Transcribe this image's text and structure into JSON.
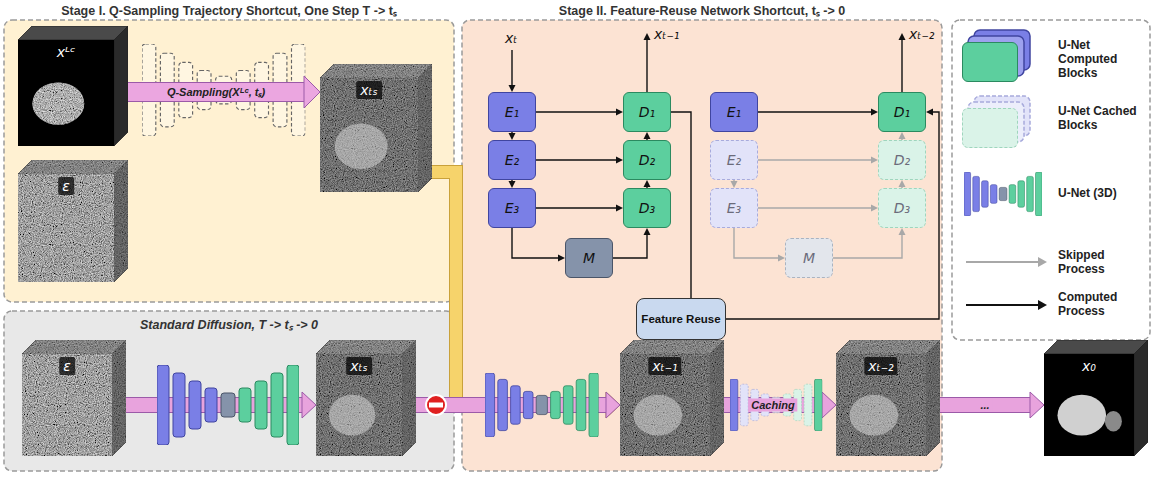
{
  "diagram": {
    "nodes": [
      {
        "text": [
          "Stage I. Q-Sampling Trajectory Shortcut, One Step T -> tₛ"
        ]
      },
      {
        "text": [
          "xᴸᶜ"
        ],
        "in": 0
      },
      {
        "text": [
          "ε"
        ],
        "in": 0
      },
      {
        "text": [
          "xₜₛ"
        ],
        "in": 0
      },
      {
        "text": [
          "Standard Diffusion, T -> tₛ -> 0"
        ]
      },
      {
        "text": [
          "ε"
        ],
        "in": 4
      },
      {
        "text": [
          "xₜₛ"
        ],
        "in": 4
      },
      {
        "text": [
          "Stage II. Feature-Reuse Network Shortcut, tₛ -> 0"
        ]
      },
      {
        "text": [
          "E₁"
        ],
        "in": 7
      },
      {
        "text": [
          "E₂"
        ],
        "in": 7
      },
      {
        "text": [
          "E₃"
        ],
        "in": 7
      },
      {
        "text": [
          "M"
        ],
        "in": 7
      },
      {
        "text": [
          "D₁"
        ],
        "in": 7
      },
      {
        "text": [
          "D₂"
        ],
        "in": 7
      },
      {
        "text": [
          "D₃"
        ],
        "in": 7
      },
      {
        "text": [
          "E₁"
        ],
        "in": 7
      },
      {
        "text": [
          "E₂"
        ],
        "in": 7
      },
      {
        "text": [
          "E₃"
        ],
        "in": 7
      },
      {
        "text": [
          "M"
        ],
        "in": 7
      },
      {
        "text": [
          "D₁"
        ],
        "in": 7
      },
      {
        "text": [
          "D₂"
        ],
        "in": 7
      },
      {
        "text": [
          "D₃"
        ],
        "in": 7
      },
      {
        "text": [
          "Feature Reuse"
        ],
        "in": 7
      },
      {
        "text": [
          "xₜ₋₁"
        ],
        "in": 7
      },
      {
        "text": [
          "xₜ₋₂"
        ],
        "in": 7
      },
      {
        "text": [
          "x₀"
        ]
      }
    ],
    "edges": [
      {
        "from": 1,
        "to": 3,
        "arrow": "to",
        "label": "Q-Sampling(Xᴸᶜ, tₛ)"
      },
      {
        "from": 3,
        "to": 23,
        "arrow": "to"
      },
      {
        "from": 5,
        "to": 6,
        "arrow": "to"
      },
      {
        "from": 6,
        "to": 23,
        "arrow": "to"
      },
      {
        "from": 23,
        "to": 24,
        "arrow": "to",
        "label": "Caching"
      },
      {
        "from": 24,
        "to": 25,
        "arrow": "to",
        "label": "..."
      },
      {
        "from": 8,
        "to": 9,
        "arrow": "to"
      },
      {
        "from": 9,
        "to": 10,
        "arrow": "to"
      },
      {
        "from": 10,
        "to": 11,
        "arrow": "to"
      },
      {
        "from": 11,
        "to": 14,
        "arrow": "to"
      },
      {
        "from": 14,
        "to": 13,
        "arrow": "to"
      },
      {
        "from": 13,
        "to": 12,
        "arrow": "to"
      },
      {
        "from": 8,
        "to": 12,
        "arrow": "to"
      },
      {
        "from": 9,
        "to": 13,
        "arrow": "to"
      },
      {
        "from": 10,
        "to": 14,
        "arrow": "to"
      },
      {
        "from": 12,
        "to": 22,
        "arrow": "none"
      },
      {
        "from": 15,
        "to": 19,
        "arrow": "to"
      },
      {
        "from": 16,
        "to": 17,
        "arrow": "to"
      },
      {
        "from": 17,
        "to": 18,
        "arrow": "to"
      },
      {
        "from": 18,
        "to": 21,
        "arrow": "to"
      },
      {
        "from": 21,
        "to": 20,
        "arrow": "to"
      },
      {
        "from": 20,
        "to": 19,
        "arrow": "to"
      },
      {
        "from": 16,
        "to": 20,
        "arrow": "to"
      },
      {
        "from": 17,
        "to": 21,
        "arrow": "to"
      },
      {
        "from": 22,
        "to": 19,
        "arrow": "to"
      }
    ],
    "labels": [
      "xₜ",
      "xₜ₋₁",
      "xₜ₋₂"
    ],
    "legend": [
      {
        "text": "U-Net Computed Blocks",
        "color": "#5ccf9e"
      },
      {
        "text": "U-Net Cached Blocks",
        "color": "#daf3e8"
      },
      {
        "text": "U-Net (3D)"
      },
      {
        "text": "Skipped Process"
      },
      {
        "text": "Computed Process"
      }
    ]
  }
}
